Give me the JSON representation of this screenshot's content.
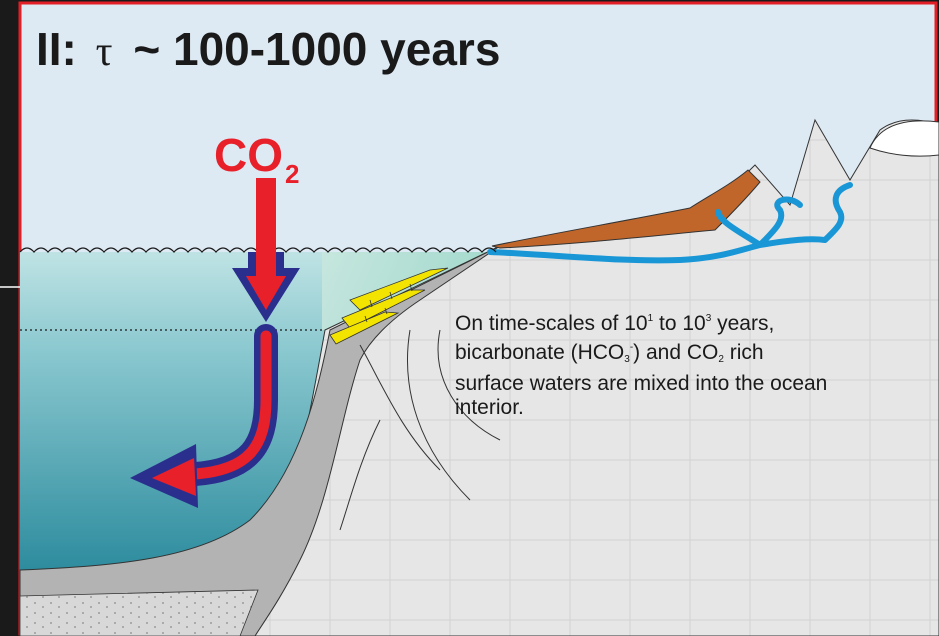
{
  "title": {
    "prefix": "II:",
    "symbol": "τ",
    "suffix": "~ 100-1000 years"
  },
  "arrow_label": {
    "main": "CO",
    "subscript": "2"
  },
  "caption": {
    "t1": "On time-scales of 10",
    "t1_sup": "1",
    "t2": " to 10",
    "t2_sup": "3",
    "t3": " years,",
    "t4": "bicarbonate (HCO",
    "t4_sub": "3",
    "t4_sup": "-",
    "t5": ") and CO",
    "t5_sub": "2",
    "t6": " rich",
    "t7": "surface waters are mixed into the ocean",
    "t8": "interior."
  },
  "colors": {
    "sky": "#dde9f3",
    "ocean_surface": "#bfe3e4",
    "ocean_deep": "#2d8c9e",
    "arrow_red": "#e8202a",
    "arrow_blue": "#2a2f8e",
    "rock": "#e6e6e6",
    "crust": "#b3b3b3",
    "sediment": "#c0662a",
    "river": "#1996d6",
    "reef": "#f2e400",
    "border": "#e21e26"
  }
}
